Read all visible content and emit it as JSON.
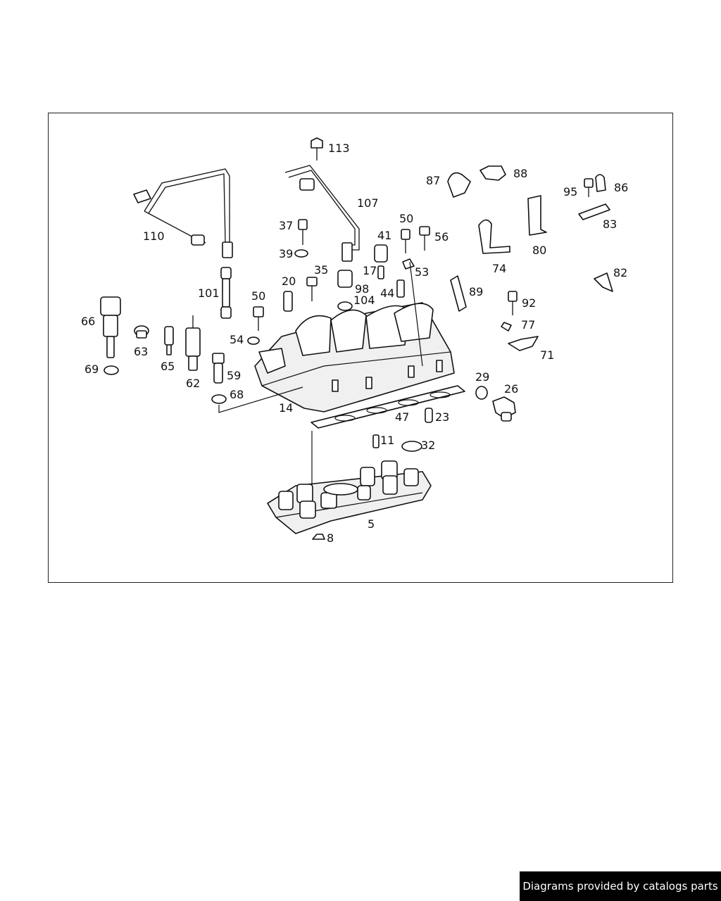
{
  "diagram": {
    "callouts": [
      "113",
      "107",
      "87",
      "88",
      "95",
      "86",
      "110",
      "37",
      "50",
      "56",
      "83",
      "39",
      "41",
      "80",
      "17",
      "53",
      "74",
      "101",
      "20",
      "35",
      "98",
      "44",
      "50",
      "104",
      "89",
      "92",
      "66",
      "63",
      "65",
      "62",
      "54",
      "77",
      "59",
      "71",
      "68",
      "14",
      "29",
      "26",
      "47",
      "23",
      "11",
      "32",
      "5",
      "8",
      "69",
      "82"
    ]
  },
  "footer": {
    "credit": "Diagrams provided by catalogs parts"
  }
}
